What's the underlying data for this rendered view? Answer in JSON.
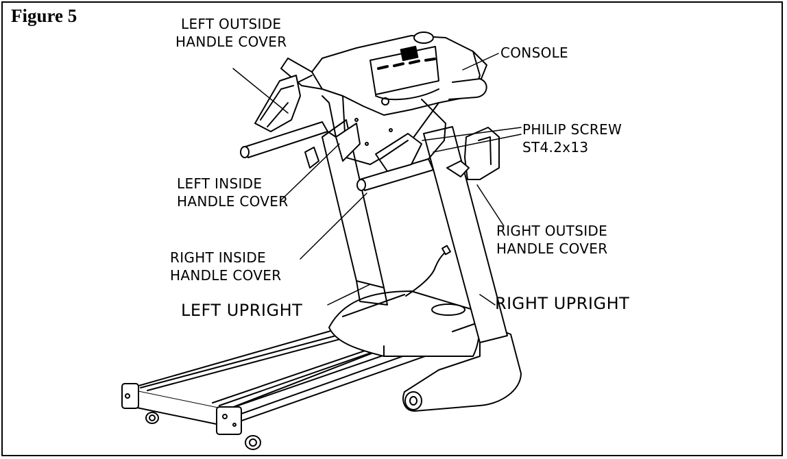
{
  "figure": {
    "title": "Figure 5"
  },
  "labels": {
    "left_outside_cover": {
      "line1": "LEFT OUTSIDE",
      "line2": "HANDLE COVER"
    },
    "console": "CONSOLE",
    "philip_screw": {
      "line1": "PHILIP SCREW",
      "line2": "ST4.2x13"
    },
    "left_inside_cover": {
      "line1": "LEFT INSIDE",
      "line2": "HANDLE COVER"
    },
    "right_outside_cover": {
      "line1": "RIGHT OUTSIDE",
      "line2": "HANDLE COVER"
    },
    "right_inside_cover": {
      "line1": "RIGHT INSIDE",
      "line2": "HANDLE COVER"
    },
    "left_upright": "LEFT UPRIGHT",
    "right_upright": "RIGHT UPRIGHT"
  }
}
